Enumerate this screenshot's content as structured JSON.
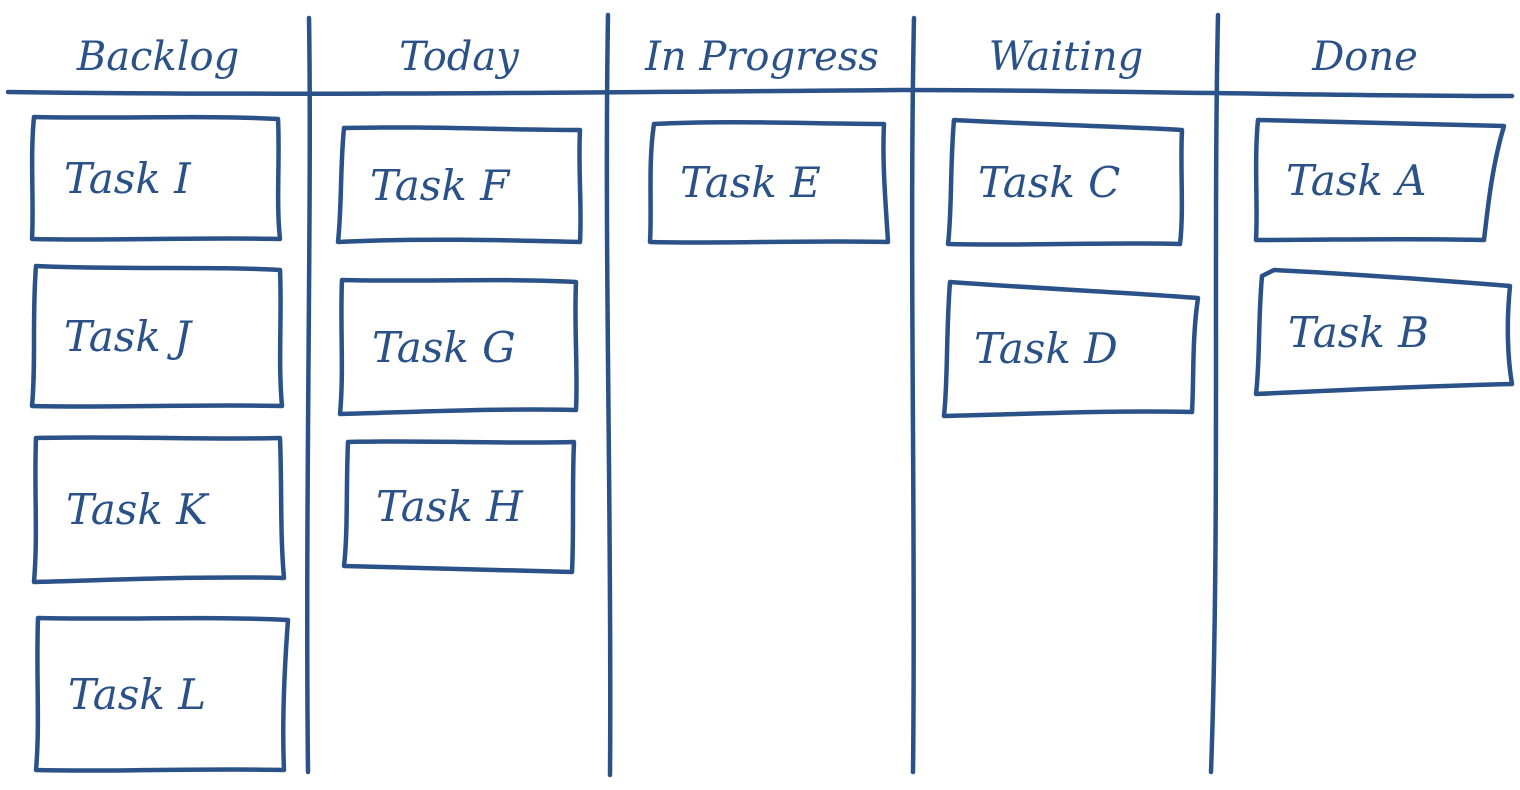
{
  "colors": {
    "ink": "#2a5288",
    "background": "#ffffff"
  },
  "columns": [
    {
      "title": "Backlog",
      "tasks": [
        "Task I",
        "Task J",
        "Task K",
        "Task L"
      ]
    },
    {
      "title": "Today",
      "tasks": [
        "Task F",
        "Task G",
        "Task H"
      ]
    },
    {
      "title": "In Progress",
      "tasks": [
        "Task E"
      ]
    },
    {
      "title": "Waiting",
      "tasks": [
        "Task C",
        "Task D"
      ]
    },
    {
      "title": "Done",
      "tasks": [
        "Task A",
        "Task B"
      ]
    }
  ]
}
